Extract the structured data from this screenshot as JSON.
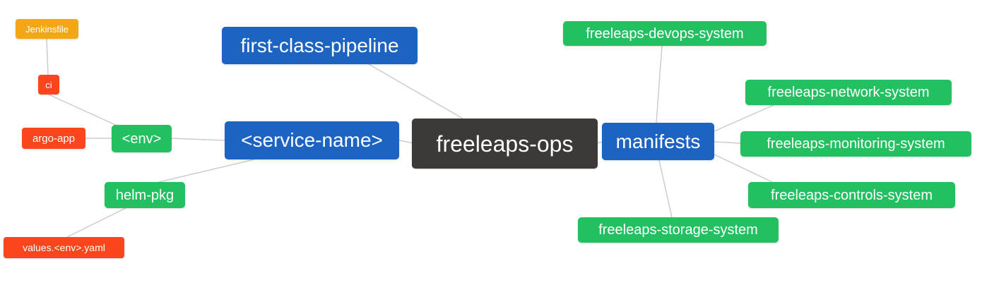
{
  "diagram": {
    "type": "mindmap",
    "palette": {
      "root": "#3b3a39",
      "branch_blue": "#1d63c2",
      "leaf_green": "#22c061",
      "leaf_red": "#f9461c",
      "leaf_amber": "#f5a617",
      "edge": "#cccccc",
      "text": "#ffffff"
    },
    "nodes": {
      "root": {
        "label": "freeleaps-ops",
        "color": "#3b3a39"
      },
      "first_class_pipeline": {
        "label": "first-class-pipeline",
        "color": "#1d63c2"
      },
      "service_name": {
        "label": "<service-name>",
        "color": "#1d63c2"
      },
      "manifests": {
        "label": "manifests",
        "color": "#1d63c2"
      },
      "env": {
        "label": "<env>",
        "color": "#22c061"
      },
      "helm_pkg": {
        "label": "helm-pkg",
        "color": "#22c061"
      },
      "ci": {
        "label": "ci",
        "color": "#f9461c"
      },
      "argo_app": {
        "label": "argo-app",
        "color": "#f9461c"
      },
      "jenkinsfile": {
        "label": "Jenkinsfile",
        "color": "#f5a617"
      },
      "values_env_yaml": {
        "label": "values.<env>.yaml",
        "color": "#f9461c"
      },
      "devops_system": {
        "label": "freeleaps-devops-system",
        "color": "#22c061"
      },
      "network_system": {
        "label": "freeleaps-network-system",
        "color": "#22c061"
      },
      "monitoring_system": {
        "label": "freeleaps-monitoring-system",
        "color": "#22c061"
      },
      "controls_system": {
        "label": "freeleaps-controls-system",
        "color": "#22c061"
      },
      "storage_system": {
        "label": "freeleaps-storage-system",
        "color": "#22c061"
      }
    },
    "edges": [
      [
        "jenkinsfile",
        "ci"
      ],
      [
        "ci",
        "env"
      ],
      [
        "argo_app",
        "env"
      ],
      [
        "env",
        "service_name"
      ],
      [
        "service_name",
        "root"
      ],
      [
        "first_class_pipeline",
        "root"
      ],
      [
        "helm_pkg",
        "service_name"
      ],
      [
        "values_env_yaml",
        "helm_pkg"
      ],
      [
        "root",
        "manifests"
      ],
      [
        "manifests",
        "devops_system"
      ],
      [
        "manifests",
        "network_system"
      ],
      [
        "manifests",
        "monitoring_system"
      ],
      [
        "manifests",
        "controls_system"
      ],
      [
        "manifests",
        "storage_system"
      ]
    ]
  }
}
